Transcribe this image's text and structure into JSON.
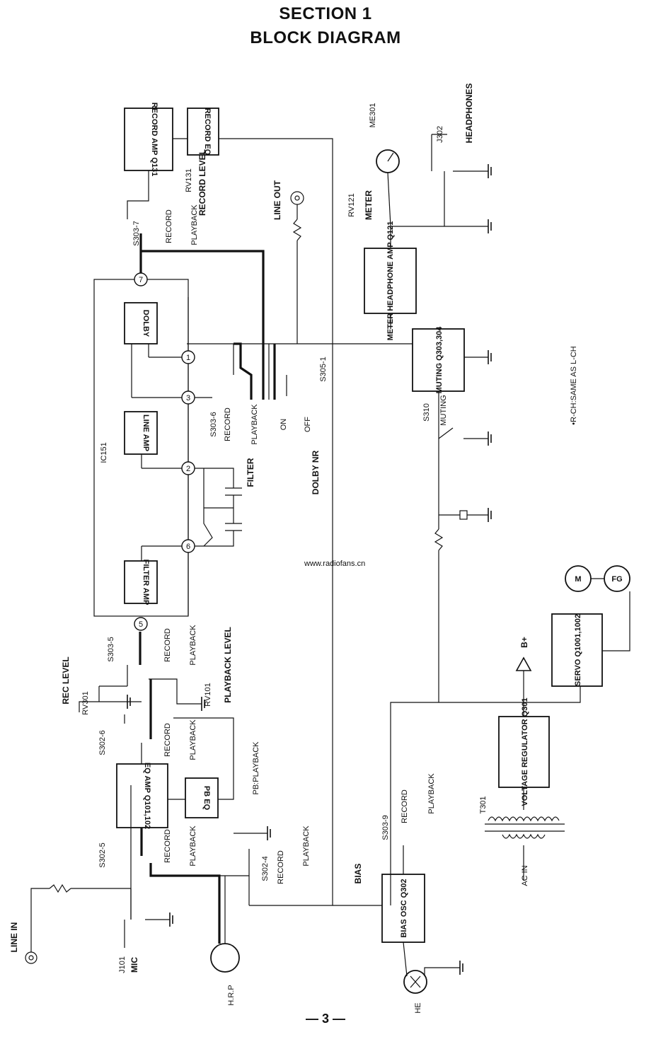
{
  "header": {
    "line1": "SECTION 1",
    "line2": "BLOCK DIAGRAM"
  },
  "page_number": "— 3 —",
  "watermark": "www.radiofans.cn",
  "blocks": {
    "record_amp": "RECORD AMP Q131",
    "record_eq": "RECORD EQ",
    "meter_amp": "METER HEADPHONE AMP Q121",
    "muting": "MUTING Q303,304",
    "dolby": "DOLBY",
    "line_amp": "LINE AMP",
    "filter_amp": "FILTER AMP",
    "eq_amp": "EQ AMP Q101,102",
    "pb_eq": "PB EQ",
    "bias_osc": "BIAS OSC Q302",
    "voltage_regulator": "VOLTAGE REGULATOR Q301",
    "servo": "SERVO Q1001,1002",
    "motor": "M",
    "fg": "FG"
  },
  "pins": [
    "1",
    "2",
    "3",
    "5",
    "6",
    "7"
  ],
  "labels": {
    "ic": "IC151",
    "line_out": "LINE OUT",
    "line_in": "LINE IN",
    "mic": "MIC",
    "j101": "J101",
    "j302": "J302",
    "headphones": "HEADPHONES",
    "me301": "ME301",
    "rv121": "RV121",
    "meter": "METER",
    "rv131": "RV131",
    "record_level": "RECORD LEVEL",
    "rv301": "RV301",
    "rec_level": "REC LEVEL",
    "rv101": "RV101",
    "playback_level": "PLAYBACK LEVEL",
    "filter": "FILTER",
    "dolby_nr": "DOLBY NR",
    "bias": "BIAS",
    "s303_7": "S303-7",
    "s303_6": "S303-6",
    "s303_5": "S303-5",
    "s303_9": "S303-9",
    "s302_6": "S302-6",
    "s302_5": "S302-5",
    "s302_4": "S302-4",
    "s305_1": "S305-1",
    "s310": "S310",
    "muting_sw": "MUTING",
    "record": "RECORD",
    "playback": "PLAYBACK",
    "on": "ON",
    "off": "OFF",
    "pb_note": "PB:PLAYBACK",
    "hrp": "H.R.P",
    "he": "HE",
    "t301": "T301",
    "ac_in": "AC IN",
    "b_plus": "B+",
    "rch_note": "•R-CH:SAME AS L-CH"
  }
}
